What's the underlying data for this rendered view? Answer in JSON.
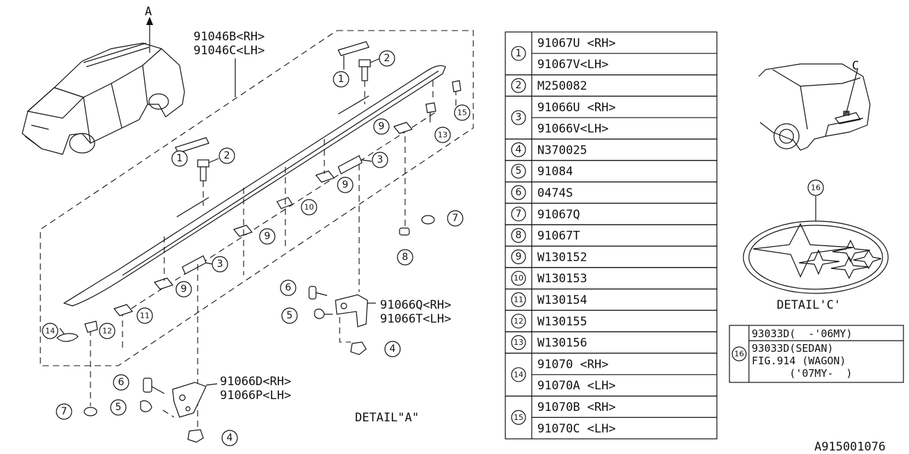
{
  "callouts": {
    "rail_rh": "91046B<RH>",
    "rail_lh": "91046C<LH>",
    "bracket_front_rh": "91066Q<RH>",
    "bracket_front_lh": "91066T<LH>",
    "bracket_rear_rh": "91066D<RH>",
    "bracket_rear_lh": "91066P<LH>",
    "pointer_a": "A",
    "pointer_c": "C",
    "detail_a": "DETAIL\"A\"",
    "detail_c": "DETAIL'C'",
    "diagram_id": "A915001076"
  },
  "parts_table": [
    {
      "key": "1",
      "lines": [
        "91067U <RH>",
        "91067V<LH>"
      ]
    },
    {
      "key": "2",
      "lines": [
        "M250082"
      ]
    },
    {
      "key": "3",
      "lines": [
        "91066U <RH>",
        "91066V<LH>"
      ]
    },
    {
      "key": "4",
      "lines": [
        "N370025"
      ]
    },
    {
      "key": "5",
      "lines": [
        "91084"
      ]
    },
    {
      "key": "6",
      "lines": [
        "0474S"
      ]
    },
    {
      "key": "7",
      "lines": [
        "91067Q"
      ]
    },
    {
      "key": "8",
      "lines": [
        "91067T"
      ]
    },
    {
      "key": "9",
      "lines": [
        "W130152"
      ]
    },
    {
      "key": "10",
      "lines": [
        "W130153"
      ]
    },
    {
      "key": "11",
      "lines": [
        "W130154"
      ]
    },
    {
      "key": "12",
      "lines": [
        "W130155"
      ]
    },
    {
      "key": "13",
      "lines": [
        "W130156"
      ]
    },
    {
      "key": "14",
      "lines": [
        "91070   <RH>",
        "91070A <LH>"
      ]
    },
    {
      "key": "15",
      "lines": [
        "91070B <RH>",
        "91070C <LH>"
      ]
    }
  ],
  "emblem_table": {
    "key": "16",
    "lines": [
      "93033D(  -'06MY)",
      "93033D(SEDAN)",
      "FIG.914 (WAGON)",
      "      ('07MY-  )"
    ]
  },
  "balloons": [
    {
      "id": "b1a",
      "label": "1"
    },
    {
      "id": "b1b",
      "label": "1"
    },
    {
      "id": "b2a",
      "label": "2"
    },
    {
      "id": "b2b",
      "label": "2"
    },
    {
      "id": "b3a",
      "label": "3"
    },
    {
      "id": "b3b",
      "label": "3"
    },
    {
      "id": "b4a",
      "label": "4"
    },
    {
      "id": "b4b",
      "label": "4"
    },
    {
      "id": "b5a",
      "label": "5"
    },
    {
      "id": "b5b",
      "label": "5"
    },
    {
      "id": "b6a",
      "label": "6"
    },
    {
      "id": "b6b",
      "label": "6"
    },
    {
      "id": "b7a",
      "label": "7"
    },
    {
      "id": "b7b",
      "label": "7"
    },
    {
      "id": "b8",
      "label": "8"
    },
    {
      "id": "b9a",
      "label": "9"
    },
    {
      "id": "b9b",
      "label": "9"
    },
    {
      "id": "b9c",
      "label": "9"
    },
    {
      "id": "b9d",
      "label": "9"
    },
    {
      "id": "b10",
      "label": "10"
    },
    {
      "id": "b11",
      "label": "11"
    },
    {
      "id": "b12",
      "label": "12"
    },
    {
      "id": "b13",
      "label": "13"
    },
    {
      "id": "b14",
      "label": "14"
    },
    {
      "id": "b15",
      "label": "15"
    },
    {
      "id": "b16",
      "label": "16"
    }
  ]
}
